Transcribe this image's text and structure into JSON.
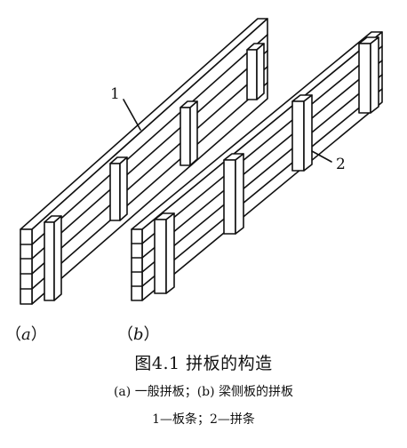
{
  "figure": {
    "title": "图4.1  拼板的构造",
    "caption_line1": "(a) 一般拼板；(b) 梁侧板的拼板",
    "caption_line2": "1—板条；2—拼条"
  },
  "callouts": {
    "label_1": "1",
    "label_2": "2"
  },
  "subfigures": {
    "a": {
      "open": "（",
      "letter": "a",
      "close": "）"
    },
    "b": {
      "open": "（",
      "letter": "b",
      "close": "）"
    }
  },
  "colors": {
    "line": "#111111",
    "background": "#ffffff"
  }
}
